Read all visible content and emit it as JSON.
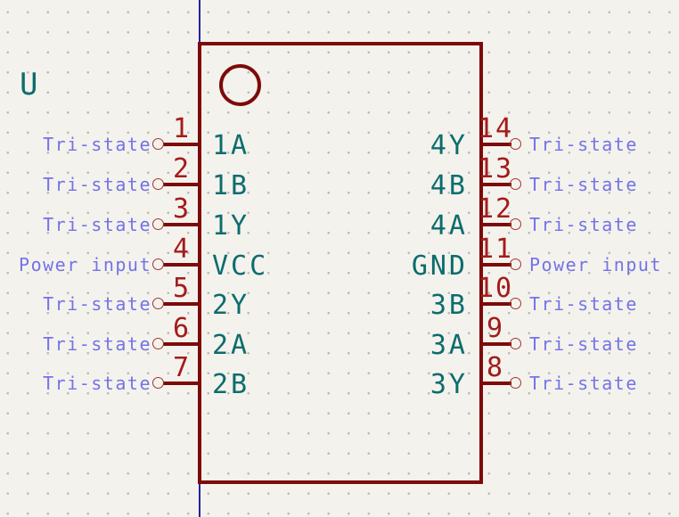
{
  "canvas": {
    "colors": {
      "background": "#F4F2EC",
      "grid_dot": "#B9B9B9",
      "axis": "#23239E",
      "body_outline": "#7D0A0A",
      "pin_number": "#A31B1B",
      "pin_name": "#0C6C6E",
      "reference": "#0C6C6E",
      "pin_type_label": "#7373E8"
    }
  },
  "symbol": {
    "reference": "U",
    "pins_left": [
      {
        "number": "1",
        "name": "1A",
        "type": "Tri-state"
      },
      {
        "number": "2",
        "name": "1B",
        "type": "Tri-state"
      },
      {
        "number": "3",
        "name": "1Y",
        "type": "Tri-state"
      },
      {
        "number": "4",
        "name": "VCC",
        "type": "Power input"
      },
      {
        "number": "5",
        "name": "2Y",
        "type": "Tri-state"
      },
      {
        "number": "6",
        "name": "2A",
        "type": "Tri-state"
      },
      {
        "number": "7",
        "name": "2B",
        "type": "Tri-state"
      }
    ],
    "pins_right": [
      {
        "number": "14",
        "name": "4Y",
        "type": "Tri-state"
      },
      {
        "number": "13",
        "name": "4B",
        "type": "Tri-state"
      },
      {
        "number": "12",
        "name": "4A",
        "type": "Tri-state"
      },
      {
        "number": "11",
        "name": "GND",
        "type": "Power input"
      },
      {
        "number": "10",
        "name": "3B",
        "type": "Tri-state"
      },
      {
        "number": "9",
        "name": "3A",
        "type": "Tri-state"
      },
      {
        "number": "8",
        "name": "3Y",
        "type": "Tri-state"
      }
    ]
  }
}
